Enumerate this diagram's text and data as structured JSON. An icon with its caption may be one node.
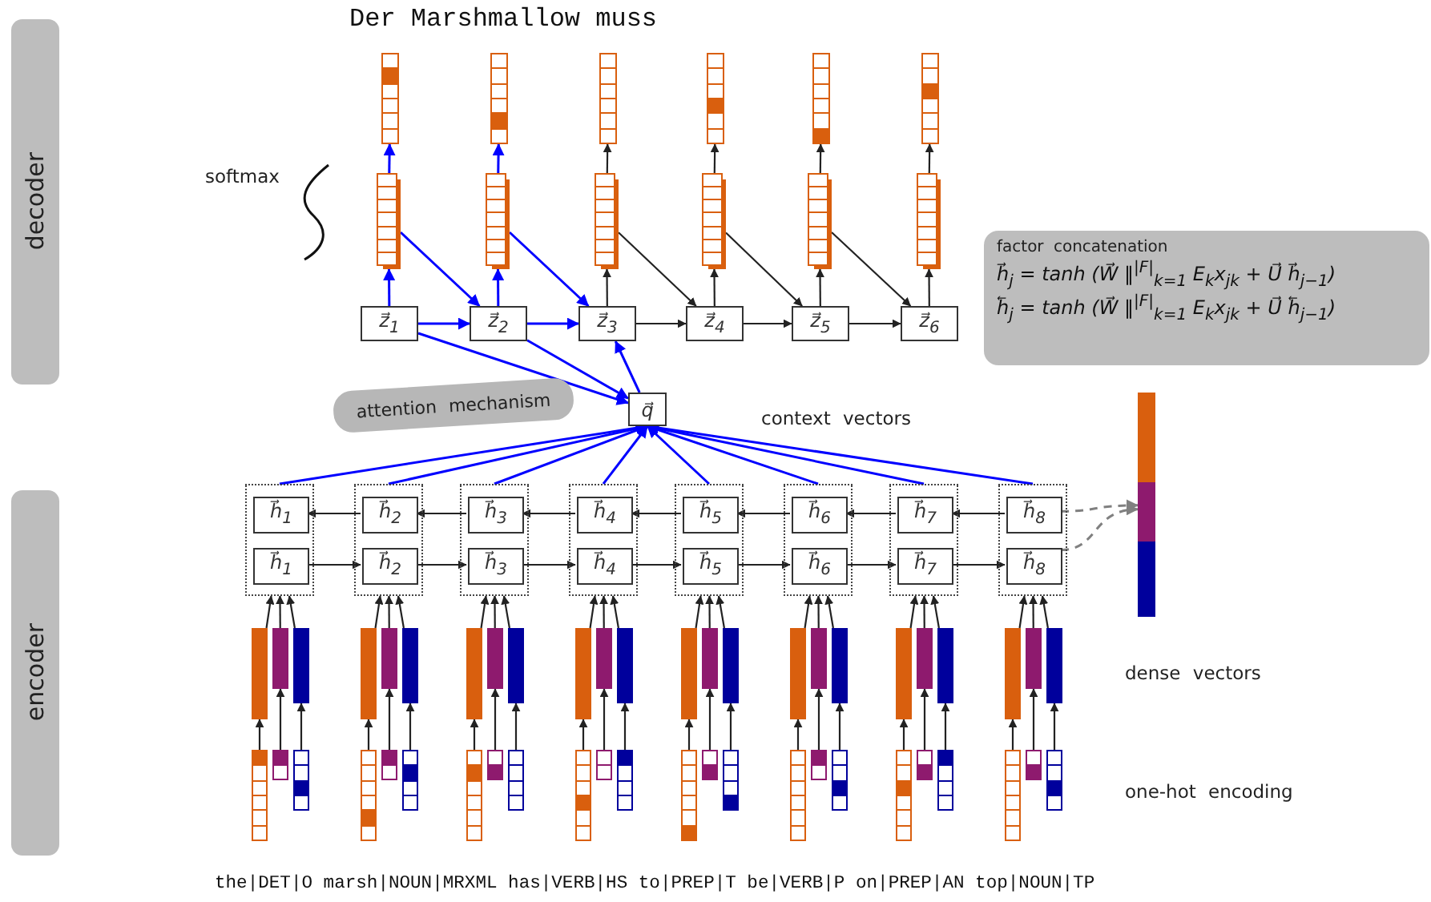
{
  "diagram": {
    "title": "Der Marshmallow muss",
    "caption": "the|DET|O marsh|NOUN|MRXML has|VERB|HS to|PREP|T be|VERB|P on|PREP|AN top|NOUN|TP",
    "nodes": [
      {
        "text": [
          "decoder"
        ]
      },
      {
        "text": [
          "encoder"
        ]
      },
      {
        "text": [
          "z⃗$_{1}$"
        ]
      },
      {
        "text": [
          "z⃗$_{2}$"
        ]
      },
      {
        "text": [
          "z⃗$_{3}$"
        ]
      },
      {
        "text": [
          "z⃗$_{4}$"
        ]
      },
      {
        "text": [
          "z⃗$_{5}$"
        ]
      },
      {
        "text": [
          "z⃗$_{6}$"
        ]
      },
      {
        "text": [],
        "shape": "bar"
      },
      {
        "text": [],
        "shape": "bar"
      },
      {
        "text": [],
        "shape": "bar"
      },
      {
        "text": [],
        "shape": "bar"
      },
      {
        "text": [],
        "shape": "bar"
      },
      {
        "text": [],
        "shape": "bar"
      },
      {
        "text": [],
        "shape": "bar"
      },
      {
        "text": [],
        "shape": "bar"
      },
      {
        "text": [],
        "shape": "bar"
      },
      {
        "text": [],
        "shape": "bar"
      },
      {
        "text": [],
        "shape": "bar"
      },
      {
        "text": [],
        "shape": "bar"
      },
      {
        "text": [
          "attention mechanism"
        ]
      },
      {
        "text": [
          "factor concatenation",
          "h⃗$_{j}$ = tanh (W⃗ ‖$^{|F|}$$_{k=1}$ E$_{k}$x$_{jk}$ + U⃗ h⃗$_{j−1}$)",
          "h⃖$_{j}$ = tanh (W⃗ ‖$^{|F|}$$_{k=1}$ E$_{k}$x$_{jk}$ + U⃗ h⃖$_{j−1}$)"
        ]
      },
      {
        "text": [
          "q⃗"
        ]
      },
      {
        "text": [],
        "shape": "box"
      },
      {
        "text": [],
        "shape": "box"
      },
      {
        "text": [],
        "shape": "box"
      },
      {
        "text": [],
        "shape": "box"
      },
      {
        "text": [],
        "shape": "box"
      },
      {
        "text": [],
        "shape": "box"
      },
      {
        "text": [],
        "shape": "box"
      },
      {
        "text": [],
        "shape": "box"
      },
      {
        "text": [
          "h⃗$_{1}$"
        ],
        "in": 23
      },
      {
        "text": [
          "h⃗$_{2}$"
        ],
        "in": 24
      },
      {
        "text": [
          "h⃗$_{3}$"
        ],
        "in": 25
      },
      {
        "text": [
          "h⃗$_{4}$"
        ],
        "in": 26
      },
      {
        "text": [
          "h⃗$_{5}$"
        ],
        "in": 27
      },
      {
        "text": [
          "h⃗$_{6}$"
        ],
        "in": 28
      },
      {
        "text": [
          "h⃗$_{7}$"
        ],
        "in": 29
      },
      {
        "text": [
          "h⃗$_{8}$"
        ],
        "in": 30
      },
      {
        "text": [
          "h⃗$_{1}$"
        ],
        "in": 23
      },
      {
        "text": [
          "h⃗$_{2}$"
        ],
        "in": 24
      },
      {
        "text": [
          "h⃗$_{3}$"
        ],
        "in": 25
      },
      {
        "text": [
          "h⃗$_{4}$"
        ],
        "in": 26
      },
      {
        "text": [
          "h⃗$_{5}$"
        ],
        "in": 27
      },
      {
        "text": [
          "h⃗$_{6}$"
        ],
        "in": 28
      },
      {
        "text": [
          "h⃗$_{7}$"
        ],
        "in": 29
      },
      {
        "text": [
          "h⃗$_{8}$"
        ],
        "in": 30
      },
      {
        "text": [],
        "shape": "bar"
      },
      {
        "text": [],
        "shape": "bar"
      },
      {
        "text": [],
        "shape": "bar"
      },
      {
        "text": [],
        "shape": "bar"
      },
      {
        "text": [],
        "shape": "bar"
      },
      {
        "text": [],
        "shape": "bar"
      },
      {
        "text": [],
        "shape": "bar"
      },
      {
        "text": [],
        "shape": "bar"
      },
      {
        "text": [],
        "shape": "bar"
      },
      {
        "text": [],
        "shape": "bar"
      },
      {
        "text": [],
        "shape": "bar"
      },
      {
        "text": [],
        "shape": "bar"
      },
      {
        "text": [],
        "shape": "bar"
      },
      {
        "text": [],
        "shape": "bar"
      },
      {
        "text": [],
        "shape": "bar"
      },
      {
        "text": [],
        "shape": "bar"
      },
      {
        "text": [],
        "shape": "bar"
      },
      {
        "text": [],
        "shape": "bar"
      },
      {
        "text": [],
        "shape": "bar"
      },
      {
        "text": [],
        "shape": "bar"
      },
      {
        "text": [],
        "shape": "bar"
      },
      {
        "text": [],
        "shape": "bar"
      },
      {
        "text": [],
        "shape": "bar"
      },
      {
        "text": [],
        "shape": "bar"
      },
      {
        "text": [],
        "shape": "bar"
      },
      {
        "text": [],
        "shape": "bar"
      },
      {
        "text": [],
        "shape": "bar"
      },
      {
        "text": [],
        "shape": "bar"
      },
      {
        "text": [],
        "shape": "bar"
      },
      {
        "text": [],
        "shape": "bar"
      },
      {
        "text": [],
        "shape": "bar"
      },
      {
        "text": [],
        "shape": "bar"
      },
      {
        "text": [],
        "shape": "bar"
      },
      {
        "text": [],
        "shape": "bar"
      },
      {
        "text": [],
        "shape": "bar"
      },
      {
        "text": [],
        "shape": "bar"
      },
      {
        "text": [],
        "shape": "bar"
      },
      {
        "text": [],
        "shape": "bar"
      },
      {
        "text": [],
        "shape": "bar"
      },
      {
        "text": [],
        "shape": "bar"
      },
      {
        "text": [],
        "shape": "bar"
      },
      {
        "text": [],
        "shape": "bar"
      },
      {
        "text": [],
        "shape": "bar"
      },
      {
        "text": [],
        "shape": "bar"
      },
      {
        "text": [],
        "shape": "bar"
      },
      {
        "text": [],
        "shape": "bar"
      },
      {
        "text": [],
        "shape": "bar"
      },
      {
        "text": [],
        "shape": "bar"
      },
      {
        "text": [],
        "shape": "bar"
      }
    ],
    "edges": [
      {
        "from": 2,
        "to": 8,
        "arrow": "to",
        "color": "#0000ff"
      },
      {
        "from": 3,
        "to": 9,
        "arrow": "to",
        "color": "#0000ff"
      },
      {
        "from": 4,
        "to": 10,
        "arrow": "to"
      },
      {
        "from": 5,
        "to": 11,
        "arrow": "to"
      },
      {
        "from": 6,
        "to": 12,
        "arrow": "to"
      },
      {
        "from": 7,
        "to": 13,
        "arrow": "to"
      },
      {
        "from": 8,
        "to": 14,
        "arrow": "to",
        "color": "#0000ff"
      },
      {
        "from": 9,
        "to": 15,
        "arrow": "to",
        "color": "#0000ff"
      },
      {
        "from": 10,
        "to": 16,
        "arrow": "to"
      },
      {
        "from": 11,
        "to": 17,
        "arrow": "to"
      },
      {
        "from": 12,
        "to": 18,
        "arrow": "to"
      },
      {
        "from": 13,
        "to": 19,
        "arrow": "to"
      },
      {
        "from": 8,
        "to": 3,
        "arrow": "to",
        "color": "#0000ff"
      },
      {
        "from": 9,
        "to": 4,
        "arrow": "to",
        "color": "#0000ff"
      },
      {
        "from": 10,
        "to": 5,
        "arrow": "to"
      },
      {
        "from": 11,
        "to": 6,
        "arrow": "to"
      },
      {
        "from": 12,
        "to": 7,
        "arrow": "to"
      },
      {
        "from": 2,
        "to": 3,
        "arrow": "to",
        "color": "#0000ff"
      },
      {
        "from": 3,
        "to": 4,
        "arrow": "to",
        "color": "#0000ff"
      },
      {
        "from": 4,
        "to": 5,
        "arrow": "to"
      },
      {
        "from": 5,
        "to": 6,
        "arrow": "to"
      },
      {
        "from": 6,
        "to": 7,
        "arrow": "to"
      },
      {
        "from": 2,
        "to": 22,
        "arrow": "to",
        "color": "#0000ff"
      },
      {
        "from": 3,
        "to": 22,
        "arrow": "to",
        "color": "#0000ff"
      },
      {
        "from": 22,
        "to": 4,
        "arrow": "to",
        "color": "#0000ff"
      },
      {
        "from": 23,
        "to": 22,
        "arrow": "to",
        "color": "#0000ff"
      },
      {
        "from": 24,
        "to": 22,
        "arrow": "to",
        "color": "#0000ff"
      },
      {
        "from": 25,
        "to": 22,
        "arrow": "to",
        "color": "#0000ff"
      },
      {
        "from": 26,
        "to": 22,
        "arrow": "to",
        "color": "#0000ff"
      },
      {
        "from": 27,
        "to": 22,
        "arrow": "to",
        "color": "#0000ff"
      },
      {
        "from": 28,
        "to": 22,
        "arrow": "to",
        "color": "#0000ff"
      },
      {
        "from": 29,
        "to": 22,
        "arrow": "to",
        "color": "#0000ff"
      },
      {
        "from": 30,
        "to": 22,
        "arrow": "to",
        "color": "#0000ff"
      },
      {
        "from": 32,
        "to": 31,
        "arrow": "to"
      },
      {
        "from": 33,
        "to": 32,
        "arrow": "to"
      },
      {
        "from": 34,
        "to": 33,
        "arrow": "to"
      },
      {
        "from": 35,
        "to": 34,
        "arrow": "to"
      },
      {
        "from": 36,
        "to": 35,
        "arrow": "to"
      },
      {
        "from": 37,
        "to": 36,
        "arrow": "to"
      },
      {
        "from": 38,
        "to": 37,
        "arrow": "to"
      },
      {
        "from": 39,
        "to": 40,
        "arrow": "to"
      },
      {
        "from": 40,
        "to": 41,
        "arrow": "to"
      },
      {
        "from": 41,
        "to": 42,
        "arrow": "to"
      },
      {
        "from": 42,
        "to": 43,
        "arrow": "to"
      },
      {
        "from": 43,
        "to": 44,
        "arrow": "to"
      },
      {
        "from": 44,
        "to": 45,
        "arrow": "to"
      },
      {
        "from": 45,
        "to": 46,
        "arrow": "to"
      },
      {
        "from": 71,
        "to": 47,
        "arrow": "to"
      },
      {
        "from": 72,
        "to": 48,
        "arrow": "to"
      },
      {
        "from": 73,
        "to": 49,
        "arrow": "to"
      },
      {
        "from": 74,
        "to": 50,
        "arrow": "to"
      },
      {
        "from": 75,
        "to": 51,
        "arrow": "to"
      },
      {
        "from": 76,
        "to": 52,
        "arrow": "to"
      },
      {
        "from": 77,
        "to": 53,
        "arrow": "to"
      },
      {
        "from": 78,
        "to": 54,
        "arrow": "to"
      },
      {
        "from": 79,
        "to": 55,
        "arrow": "to"
      },
      {
        "from": 80,
        "to": 56,
        "arrow": "to"
      },
      {
        "from": 81,
        "to": 57,
        "arrow": "to"
      },
      {
        "from": 82,
        "to": 58,
        "arrow": "to"
      },
      {
        "from": 83,
        "to": 59,
        "arrow": "to"
      },
      {
        "from": 84,
        "to": 60,
        "arrow": "to"
      },
      {
        "from": 85,
        "to": 61,
        "arrow": "to"
      },
      {
        "from": 86,
        "to": 62,
        "arrow": "to"
      },
      {
        "from": 87,
        "to": 63,
        "arrow": "to"
      },
      {
        "from": 88,
        "to": 64,
        "arrow": "to"
      },
      {
        "from": 89,
        "to": 65,
        "arrow": "to"
      },
      {
        "from": 90,
        "to": 66,
        "arrow": "to"
      },
      {
        "from": 91,
        "to": 67,
        "arrow": "to"
      },
      {
        "from": 92,
        "to": 68,
        "arrow": "to"
      },
      {
        "from": 93,
        "to": 69,
        "arrow": "to"
      },
      {
        "from": 94,
        "to": 70,
        "arrow": "to"
      },
      {
        "from": 47,
        "to": 23,
        "arrow": "to"
      },
      {
        "from": 48,
        "to": 23,
        "arrow": "to"
      },
      {
        "from": 49,
        "to": 23,
        "arrow": "to"
      },
      {
        "from": 50,
        "to": 24,
        "arrow": "to"
      },
      {
        "from": 51,
        "to": 24,
        "arrow": "to"
      },
      {
        "from": 52,
        "to": 24,
        "arrow": "to"
      },
      {
        "from": 53,
        "to": 25,
        "arrow": "to"
      },
      {
        "from": 54,
        "to": 25,
        "arrow": "to"
      },
      {
        "from": 55,
        "to": 25,
        "arrow": "to"
      },
      {
        "from": 56,
        "to": 26,
        "arrow": "to"
      },
      {
        "from": 57,
        "to": 26,
        "arrow": "to"
      },
      {
        "from": 58,
        "to": 26,
        "arrow": "to"
      },
      {
        "from": 59,
        "to": 27,
        "arrow": "to"
      },
      {
        "from": 60,
        "to": 27,
        "arrow": "to"
      },
      {
        "from": 61,
        "to": 27,
        "arrow": "to"
      },
      {
        "from": 62,
        "to": 28,
        "arrow": "to"
      },
      {
        "from": 63,
        "to": 28,
        "arrow": "to"
      },
      {
        "from": 64,
        "to": 28,
        "arrow": "to"
      },
      {
        "from": 65,
        "to": 29,
        "arrow": "to"
      },
      {
        "from": 66,
        "to": 29,
        "arrow": "to"
      },
      {
        "from": 67,
        "to": 29,
        "arrow": "to"
      },
      {
        "from": 68,
        "to": 30,
        "arrow": "to"
      },
      {
        "from": 69,
        "to": 30,
        "arrow": "to"
      },
      {
        "from": 70,
        "to": 30,
        "arrow": "to"
      },
      {
        "from": 38,
        "to": 95,
        "arrow": "to",
        "style": "dashed",
        "color": "#808080"
      },
      {
        "from": 46,
        "to": 95,
        "arrow": "to",
        "style": "dashed",
        "color": "#808080"
      }
    ],
    "labels": [
      "softmax",
      "context vectors",
      "dense vectors",
      "one-hot encoding"
    ]
  }
}
